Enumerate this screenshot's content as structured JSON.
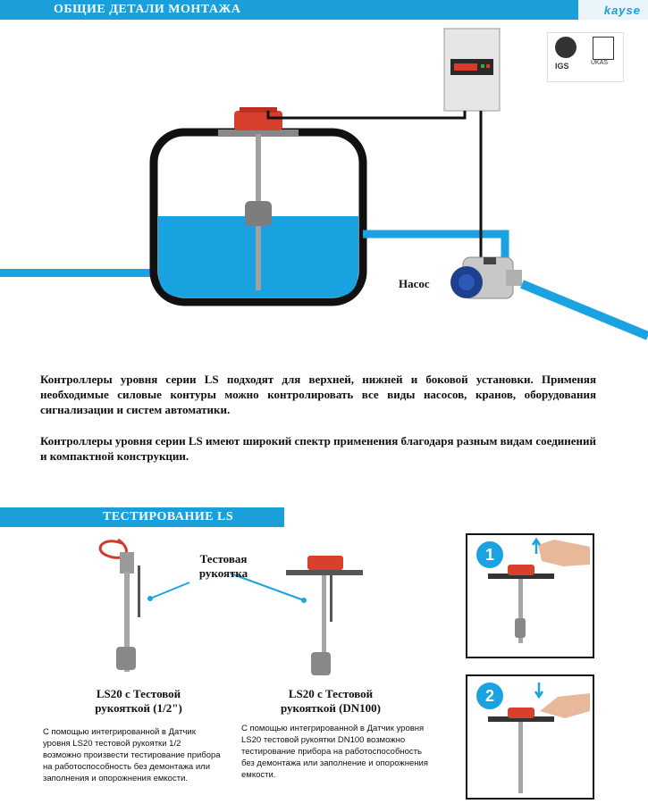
{
  "header": {
    "title": "ОБЩИЕ ДЕТАЛИ МОНТАЖА",
    "brand": "kayse"
  },
  "install": {
    "pump_label": "Насос",
    "cert_igs": "IGS",
    "cert_ukas": "UKAS"
  },
  "paragraphs": {
    "p1": "Контроллеры уровня серии LS подходят для верхней, нижней и боковой установки. Применяя необходимые силовые контуры можно контролировать все виды насосов, кранов, оборудования сигнализации и систем автоматики.",
    "p2": "Контроллеры уровня серии LS имеют широкий спектр применения благодаря разным видам соединений и компактной конструкции."
  },
  "testing": {
    "title": "ТЕСТИРОВАНИЕ LS",
    "handle_label_1": "Тестовая",
    "handle_label_2": "рукоятка",
    "item1_title_1": "LS20 с Тестовой",
    "item1_title_2": "рукояткой (1/2\")",
    "item1_desc": "С помощью интегрированной в Датчик уровня LS20 тестовой рукоятки 1/2 возможно произвести тестирование прибора на работоспособность без демонтажа или заполнения и опорожнения емкости.",
    "item2_title_1": "LS20 с Тестовой",
    "item2_title_2": "рукояткой (DN100)",
    "item2_desc": "С помощью интегрированной в Датчик уровня LS20 тестовой рукоятки DN100 возможно тестирование прибора на работоспособность без демонтажа или заполнение и опорожнения емкости.",
    "step1": "1",
    "step2": "2"
  }
}
